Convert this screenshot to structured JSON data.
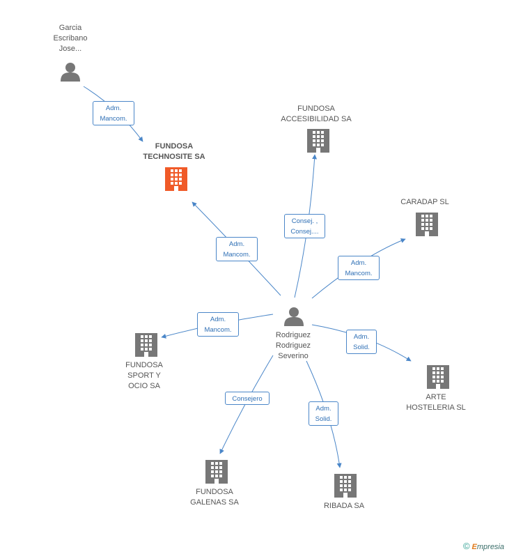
{
  "nodes": {
    "garcia": {
      "label": "Garcia\nEscribano\nJose...",
      "type": "person"
    },
    "technosite": {
      "label": "FUNDOSA\nTECHNOSITE SA",
      "type": "company-focus"
    },
    "accesibilidad": {
      "label": "FUNDOSA\nACCESIBILIDAD SA",
      "type": "company"
    },
    "caradap": {
      "label": "CARADAP SL",
      "type": "company"
    },
    "rodriguez": {
      "label": "Rodriguez\nRodriguez\nSeverino",
      "type": "person"
    },
    "sport": {
      "label": "FUNDOSA\nSPORT Y\nOCIO SA",
      "type": "company"
    },
    "arte": {
      "label": "ARTE\nHOSTELERIA SL",
      "type": "company"
    },
    "galenas": {
      "label": "FUNDOSA\nGALENAS SA",
      "type": "company"
    },
    "ribada": {
      "label": "RIBADA SA",
      "type": "company"
    }
  },
  "edges": [
    {
      "id": "garcia-technosite",
      "label": "Adm.\nMancom."
    },
    {
      "id": "rodriguez-technosite",
      "label": "Adm.\nMancom."
    },
    {
      "id": "rodriguez-accesibilidad",
      "label": "Consej. ,\nConsej...."
    },
    {
      "id": "rodriguez-caradap",
      "label": "Adm.\nMancom."
    },
    {
      "id": "rodriguez-sport",
      "label": "Adm.\nMancom."
    },
    {
      "id": "rodriguez-arte",
      "label": "Adm.\nSolid."
    },
    {
      "id": "rodriguez-galenas",
      "label": "Consejero"
    },
    {
      "id": "rodriguez-ribada",
      "label": "Adm.\nSolid."
    }
  ],
  "colors": {
    "edge": "#4a86c8",
    "node": "#777777",
    "focus": "#f05a28"
  },
  "footer": {
    "copyright": "©",
    "brand_initial": "E",
    "brand_rest": "mpresia"
  }
}
